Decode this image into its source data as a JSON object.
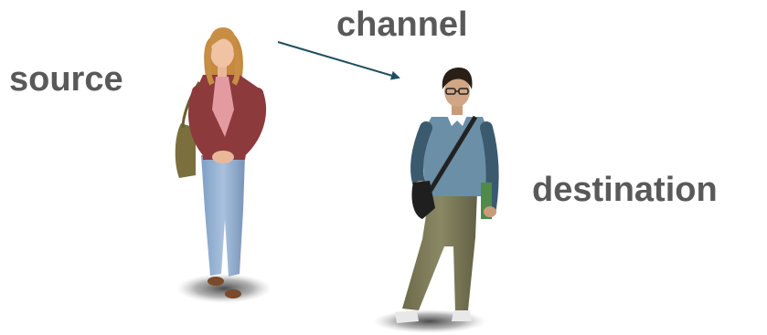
{
  "labels": {
    "source": "source",
    "channel": "channel",
    "destination": "destination"
  },
  "icons": {
    "source_person": "woman-standing-figure",
    "destination_person": "man-with-satchel-figure",
    "arrow": "arrow-right-down"
  },
  "colors": {
    "label_text": "#595959",
    "arrow": "#1f4e5f",
    "shadow": "#3a3a3a"
  }
}
